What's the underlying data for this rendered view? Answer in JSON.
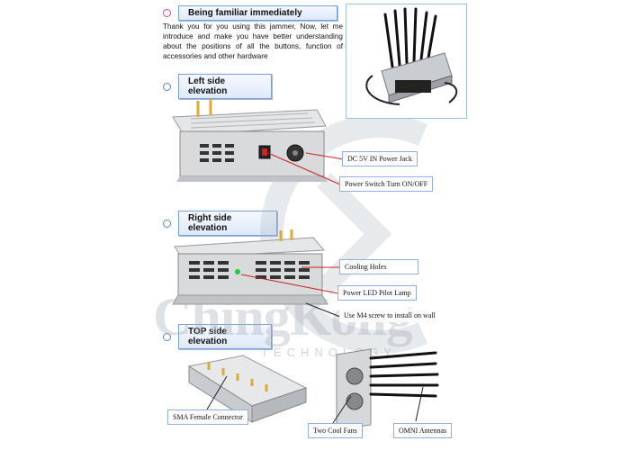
{
  "sections": {
    "familiar": "Being familiar immediately",
    "left": "Left side elevation",
    "right": "Right side elevation",
    "top": "TOP side elevation"
  },
  "intro_text": "Thank you for you using this jammer, Now, let me introduce and make you have better understanding about the positions of all the buttons, function of accessories and other hardware",
  "callouts": {
    "power_jack": "DC 5V IN Power Jack",
    "power_switch": "Power Switch Turn ON/OFF",
    "cooling": "Cooling Holes",
    "led": "Power LED Pilot Lamp",
    "screw": "Use M4 screw to install on wall",
    "sma": "SMA Female Connector",
    "fans": "Two Cool Fans",
    "antennas": "OMNI Antennas"
  },
  "watermark": {
    "logo": "ChingKong",
    "sub": "TECHNOLOGY"
  },
  "colors": {
    "accent_blue": "#7aa0d8",
    "bullet_pink": "#d04a8a"
  }
}
